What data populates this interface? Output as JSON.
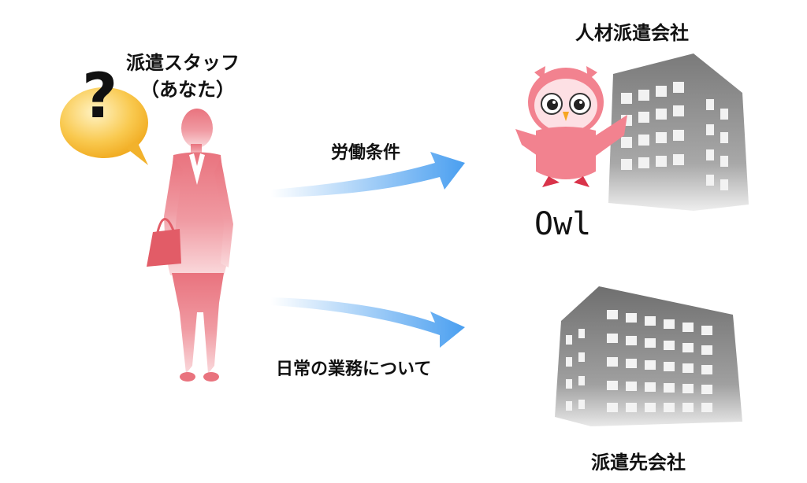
{
  "staff": {
    "title": "派遣スタッフ",
    "subtitle": "（あなた）"
  },
  "question_mark": "?",
  "agency": {
    "label": "人材派遣会社",
    "logo_text": "Owl"
  },
  "client": {
    "label": "派遣先会社"
  },
  "arrows": {
    "upper": {
      "label": "労働条件"
    },
    "lower": {
      "label": "日常の業務について"
    }
  },
  "colors": {
    "person": "#ec7d86",
    "bubble": "#f7b733",
    "arrow": "#5aa9f0",
    "building": "#8d8d8d",
    "owl": "#f2828f"
  }
}
